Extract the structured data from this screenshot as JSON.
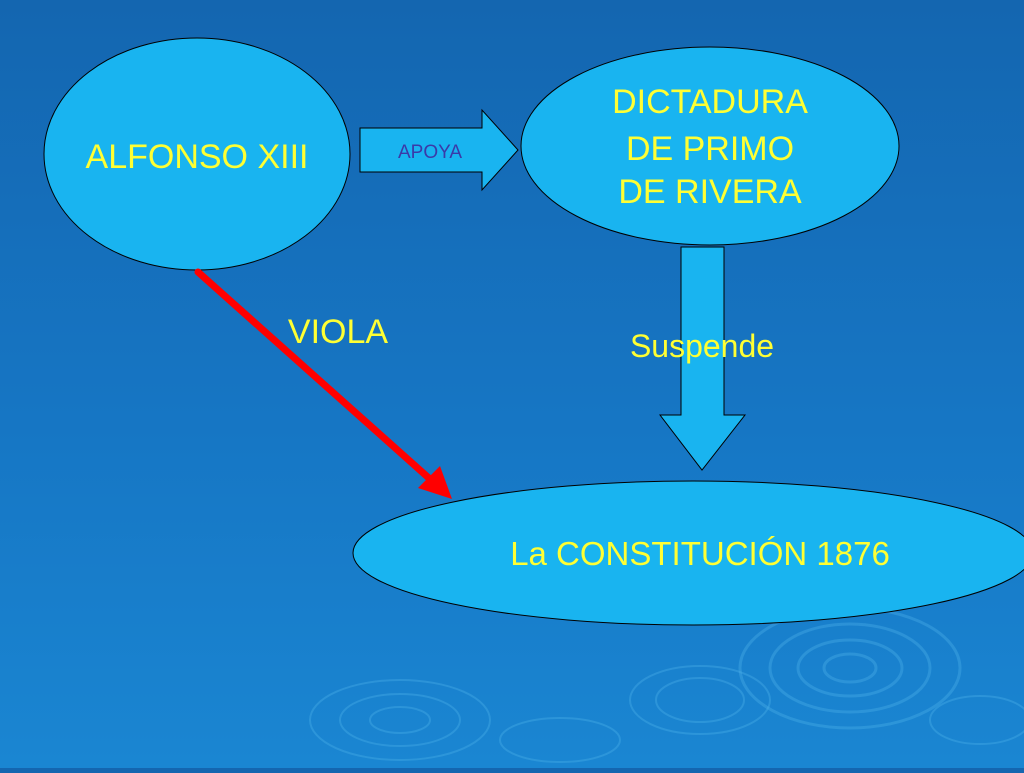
{
  "nodes": {
    "alfonso": "ALFONSO XIII",
    "dictadura": [
      "DICTADURA",
      "DE PRIMO",
      "DE RIVERA"
    ],
    "constitucion": "La CONSTITUCIÓN 1876"
  },
  "edges": {
    "apoya": "APOYA",
    "viola": "VIOLA",
    "suspende": "Suspende"
  },
  "colors": {
    "node_fill": "#19b4f0",
    "text_node": "#ffff33",
    "text_label": "#ffff33",
    "text_apoya": "#3a3aa8",
    "viola_arrow": "#ff0000",
    "background": "#1670bd"
  }
}
